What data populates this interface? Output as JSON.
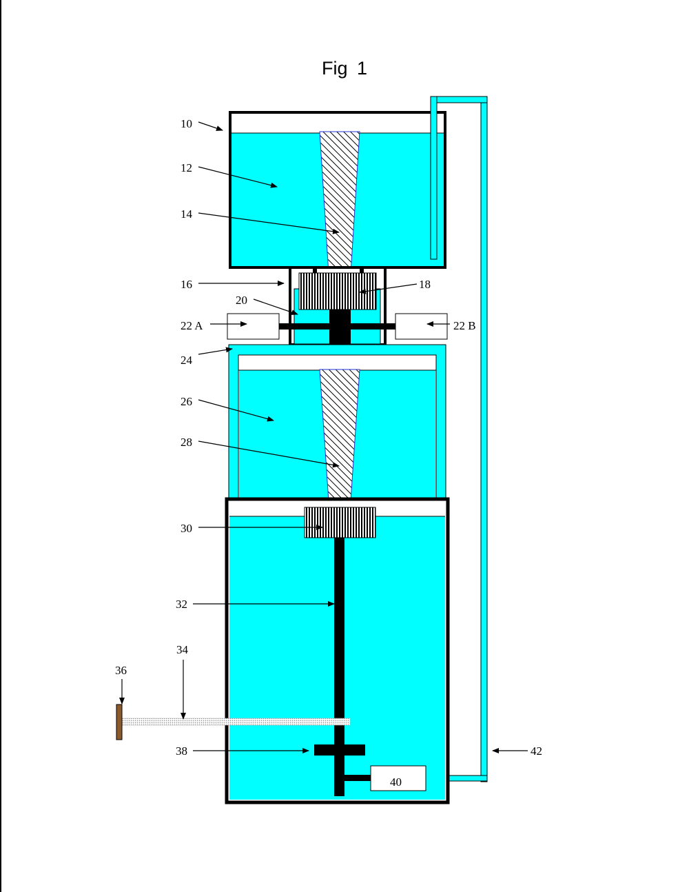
{
  "figure": {
    "title": "Fig  1"
  },
  "colors": {
    "water": "#00ffff",
    "outline": "#000000",
    "rod": "#8b5a2b",
    "panel": "#ffffff"
  },
  "labels": {
    "tank_top": "10",
    "water_top": "12",
    "cone_top": "14",
    "housing": "16",
    "gear_top": "18",
    "small_tank": "20",
    "box_left": "22 A",
    "box_right": "22 B",
    "middle_tank": "24",
    "water_middle": "26",
    "cone_middle": "28",
    "gear_bottom": "30",
    "shaft": "32",
    "pipe_horizontal": "34",
    "rod_end": "36",
    "crossbar": "38",
    "pump": "40",
    "return_pipe": "42"
  }
}
